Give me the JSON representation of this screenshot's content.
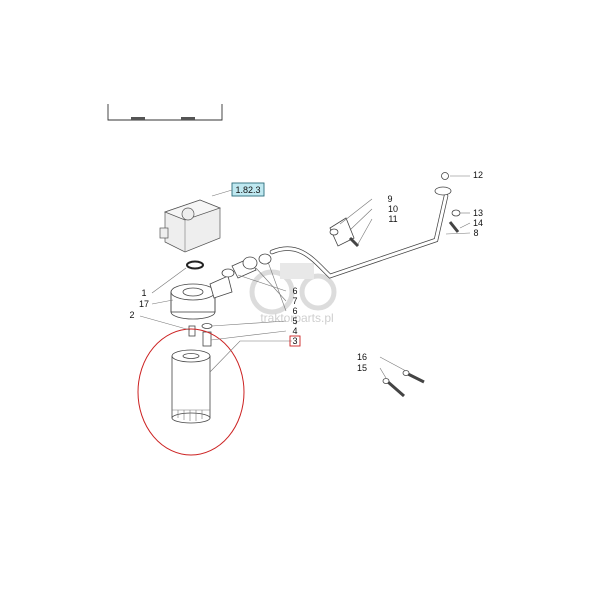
{
  "reference_box": {
    "text": "1.82.3",
    "fill": "#bfe8f0",
    "stroke": "#2a6c7a"
  },
  "highlight_color": "#cc2222",
  "watermark": {
    "text": "traktorparts.pl"
  },
  "callouts": {
    "c1": "1",
    "c2": "2",
    "c3": "3",
    "c4": "4",
    "c5": "5",
    "c6a": "6",
    "c6b": "6",
    "c7": "7",
    "c8": "8",
    "c9": "9",
    "c10": "10",
    "c11": "11",
    "c12": "12",
    "c13": "13",
    "c14": "14",
    "c15": "15",
    "c16": "16",
    "c17": "17"
  }
}
